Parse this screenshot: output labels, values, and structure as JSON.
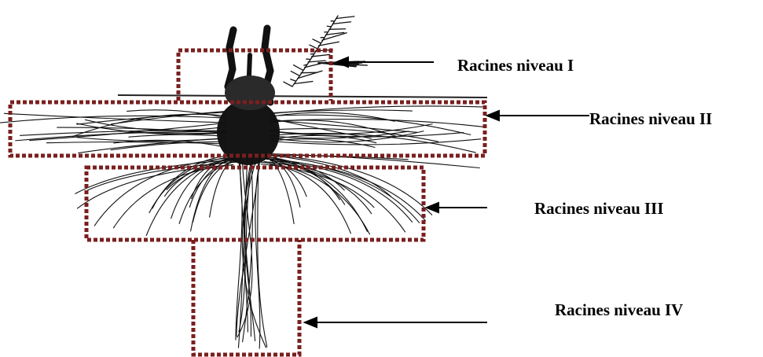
{
  "labels": {
    "level_1": "Racines niveau I",
    "level_2": "Racines niveau II",
    "level_3": "Racines niveau III",
    "level_4": "Racines niveau IV"
  },
  "colors": {
    "box_border": "#7a1f1f",
    "ink": "#111111",
    "background": "#ffffff"
  }
}
